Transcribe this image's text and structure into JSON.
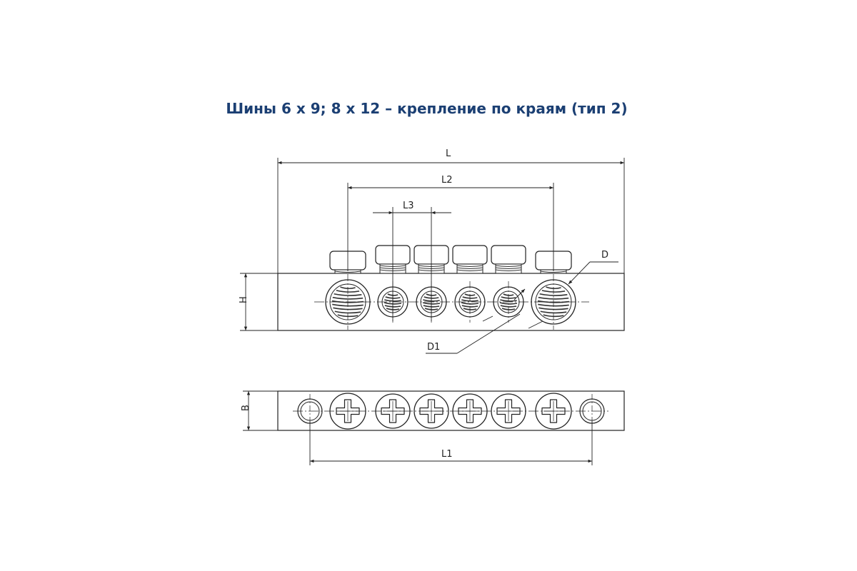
{
  "title": "Шины 6 х 9; 8 х 12 – крепление по краям (тип 2)",
  "dimensions": {
    "L": "L",
    "L1": "L1",
    "L2": "L2",
    "L3": "L3",
    "H": "H",
    "B": "B",
    "D": "D",
    "D1": "D1"
  },
  "colors": {
    "title": "#1b3f73",
    "line": "#222222",
    "thread": "#333333"
  }
}
